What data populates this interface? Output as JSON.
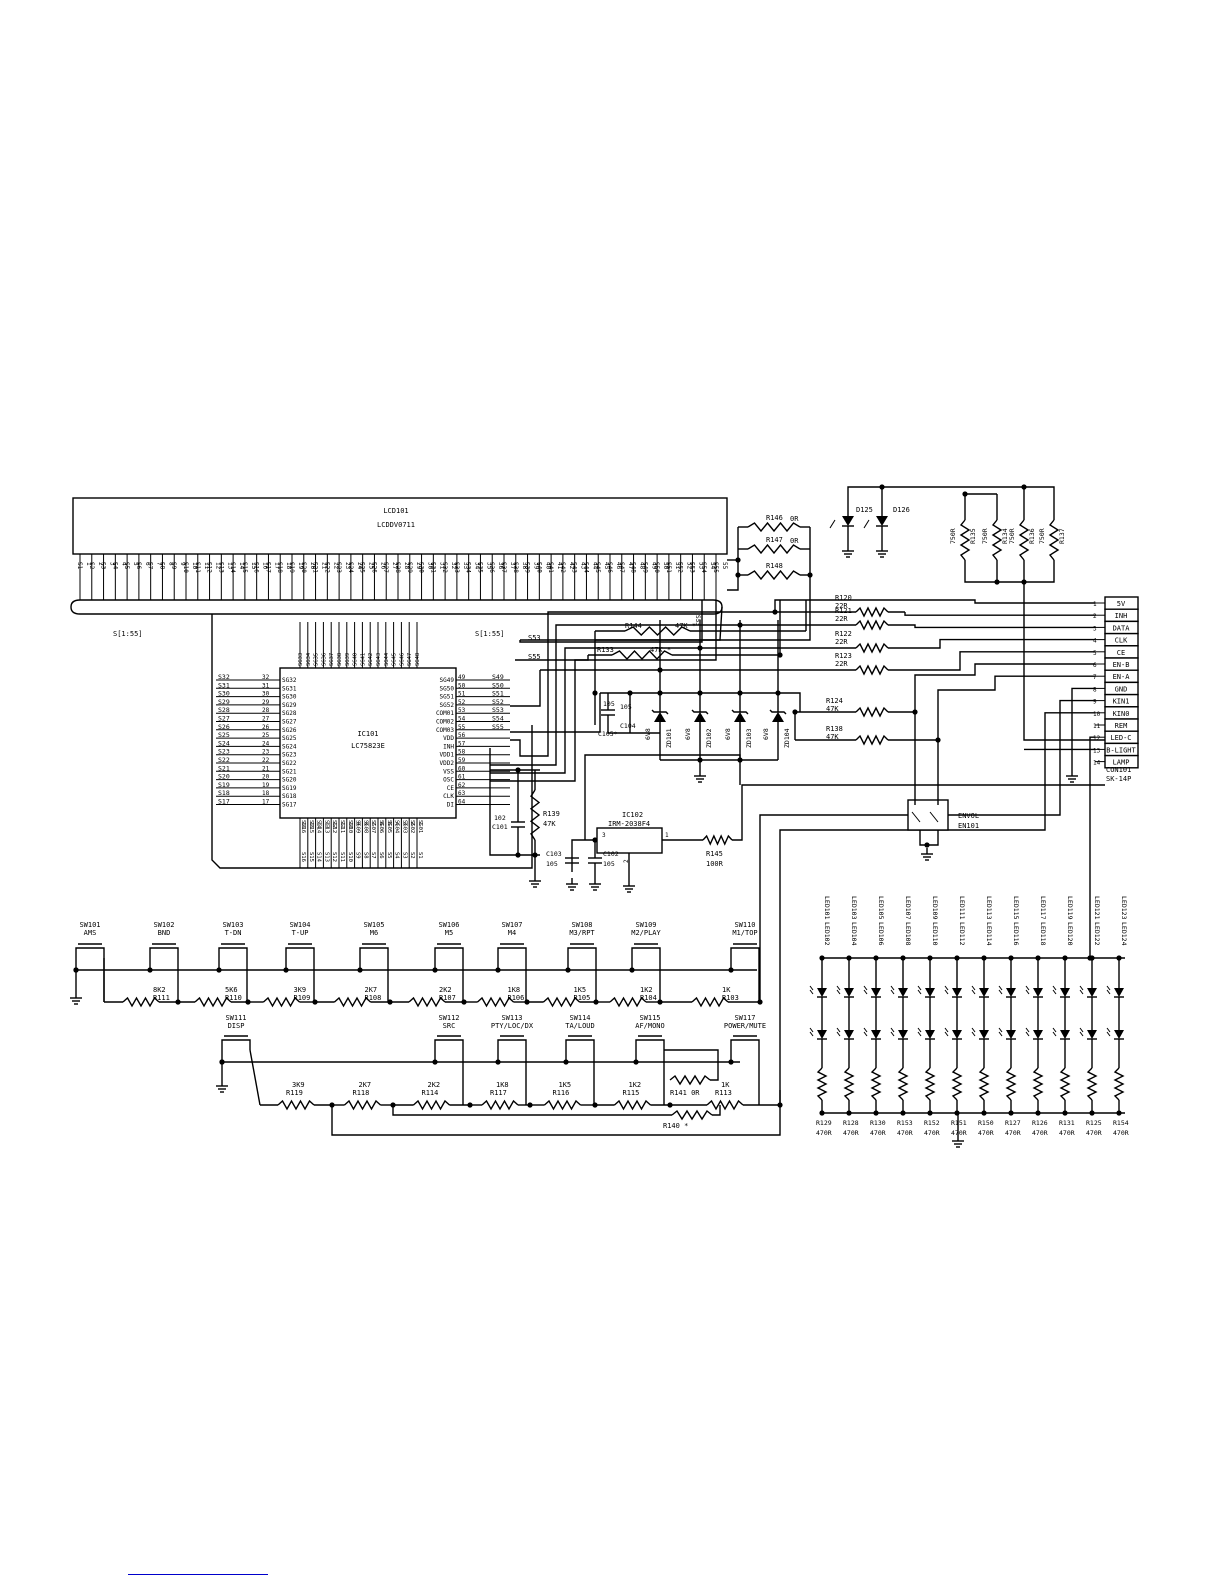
{
  "lcd": {
    "ref": "LCD101",
    "part": "LCDDV0711"
  },
  "ic101": {
    "ref": "IC101",
    "part": "LC75823E"
  },
  "ic102": {
    "ref": "IC102",
    "part": "IRM-2038F4"
  },
  "bus_labels": {
    "s_main": "S[1:55]",
    "s_right": "S[1:55]",
    "s53": "S53",
    "s55": "S55"
  },
  "connector": {
    "ref": "CON101",
    "part": "SK-14P",
    "pins": [
      "5V",
      "INH",
      "DATA",
      "CLK",
      "CE",
      "EN-B",
      "EN-A",
      "GND",
      "KIN1",
      "KIN0",
      "REM",
      "LED-C",
      "B-LIGHT",
      "LAMP"
    ]
  },
  "encoder": {
    "label": "ENVOL",
    "ref": "EN101"
  },
  "resistors_top": [
    {
      "ref": "R146",
      "value": "0R"
    },
    {
      "ref": "R147",
      "value": "0R"
    },
    {
      "ref": "R148",
      "value": ""
    },
    {
      "ref": "R120",
      "value": "22R"
    },
    {
      "ref": "R121",
      "value": "22R"
    },
    {
      "ref": "R122",
      "value": "22R"
    },
    {
      "ref": "R123",
      "value": "22R"
    },
    {
      "ref": "R124",
      "value": "47K"
    },
    {
      "ref": "R138",
      "value": "47K"
    },
    {
      "ref": "R144",
      "value": "47K *"
    },
    {
      "ref": "R133",
      "value": "47K *"
    },
    {
      "ref": "R139",
      "value": "47K"
    },
    {
      "ref": "R145",
      "value": "100R"
    }
  ],
  "backlight_resistors": [
    {
      "ref": "R135",
      "value": "750R"
    },
    {
      "ref": "R134",
      "value": "750R"
    },
    {
      "ref": "R136",
      "value": "750R"
    },
    {
      "ref": "R137",
      "value": "750R"
    }
  ],
  "diodes_top": [
    "D125",
    "D126"
  ],
  "zeners": [
    {
      "ref": "ZD101",
      "value": "6V8"
    },
    {
      "ref": "ZD102",
      "value": "6V8"
    },
    {
      "ref": "ZD103",
      "value": "6V8"
    },
    {
      "ref": "ZD104",
      "value": "6V8"
    }
  ],
  "capacitors": [
    {
      "ref": "C101",
      "value": "102"
    },
    {
      "ref": "C103",
      "value": "105"
    },
    {
      "ref": "C102",
      "value": "105"
    },
    {
      "ref": "C104",
      "value": "105"
    },
    {
      "ref": "C105",
      "value": "105"
    }
  ],
  "switches_row1": [
    {
      "ref": "SW101",
      "name": "AMS"
    },
    {
      "ref": "SW102",
      "name": "BND"
    },
    {
      "ref": "SW103",
      "name": "T-DN"
    },
    {
      "ref": "SW104",
      "name": "T-UP"
    },
    {
      "ref": "SW105",
      "name": "M6"
    },
    {
      "ref": "SW106",
      "name": "M5"
    },
    {
      "ref": "SW107",
      "name": "M4"
    },
    {
      "ref": "SW108",
      "name": "M3/RPT"
    },
    {
      "ref": "SW109",
      "name": "M2/PLAY"
    },
    {
      "ref": "SW110",
      "name": "M1/TOP"
    }
  ],
  "resistors_row1": [
    {
      "ref": "R111",
      "value": "8K2"
    },
    {
      "ref": "R110",
      "value": "5K6"
    },
    {
      "ref": "R109",
      "value": "3K9"
    },
    {
      "ref": "R108",
      "value": "2K7"
    },
    {
      "ref": "R107",
      "value": "2K2"
    },
    {
      "ref": "R106",
      "value": "1K8"
    },
    {
      "ref": "R105",
      "value": "1K5"
    },
    {
      "ref": "R104",
      "value": "1K2"
    },
    {
      "ref": "R103",
      "value": "1K"
    }
  ],
  "switches_row2": [
    {
      "ref": "SW111",
      "name": "DISP"
    },
    {
      "ref": "SW112",
      "name": "SRC"
    },
    {
      "ref": "SW113",
      "name": "PTY/LOC/DX"
    },
    {
      "ref": "SW114",
      "name": "TA/LOUD"
    },
    {
      "ref": "SW115",
      "name": "AF/MONO"
    },
    {
      "ref": "SW117",
      "name": "POWER/MUTE"
    }
  ],
  "resistors_row2": [
    {
      "ref": "R119",
      "value": "3K9"
    },
    {
      "ref": "R118",
      "value": "2K7"
    },
    {
      "ref": "R114",
      "value": "2K2"
    },
    {
      "ref": "R117",
      "value": "1K8"
    },
    {
      "ref": "R116",
      "value": "1K5"
    },
    {
      "ref": "R115",
      "value": "1K2"
    },
    {
      "ref": "R113",
      "value": "1K"
    }
  ],
  "r141": "R141 0R",
  "r140": "R140 *",
  "leds_top": [
    "LED101",
    "LED103",
    "LED105",
    "LED107",
    "LED109",
    "LED111",
    "LED113",
    "LED115",
    "LED117",
    "LED119",
    "LED121",
    "LED123"
  ],
  "leds_bottom": [
    "LED102",
    "LED104",
    "LED106",
    "LED108",
    "LED110",
    "LED112",
    "LED114",
    "LED116",
    "LED118",
    "LED120",
    "LED122",
    "LED124"
  ],
  "led_resistors": [
    {
      "ref": "R129",
      "value": "470R"
    },
    {
      "ref": "R128",
      "value": "470R"
    },
    {
      "ref": "R130",
      "value": "470R"
    },
    {
      "ref": "R153",
      "value": "470R"
    },
    {
      "ref": "R152",
      "value": "470R"
    },
    {
      "ref": "R151",
      "value": "470R"
    },
    {
      "ref": "R150",
      "value": "470R"
    },
    {
      "ref": "R127",
      "value": "470R"
    },
    {
      "ref": "R126",
      "value": "470R"
    },
    {
      "ref": "R131",
      "value": "470R"
    },
    {
      "ref": "R125",
      "value": "470R"
    },
    {
      "ref": "R154",
      "value": "470R"
    }
  ],
  "ic101_left_pins": [
    {
      "net": "S32",
      "num": "32",
      "pin": "SG32"
    },
    {
      "net": "S31",
      "num": "31",
      "pin": "SG31"
    },
    {
      "net": "S30",
      "num": "30",
      "pin": "SG30"
    },
    {
      "net": "S29",
      "num": "29",
      "pin": "SG29"
    },
    {
      "net": "S28",
      "num": "28",
      "pin": "SG28"
    },
    {
      "net": "S27",
      "num": "27",
      "pin": "SG27"
    },
    {
      "net": "S26",
      "num": "26",
      "pin": "SG26"
    },
    {
      "net": "S25",
      "num": "25",
      "pin": "SG25"
    },
    {
      "net": "S24",
      "num": "24",
      "pin": "SG24"
    },
    {
      "net": "S23",
      "num": "23",
      "pin": "SG23"
    },
    {
      "net": "S22",
      "num": "22",
      "pin": "SG22"
    },
    {
      "net": "S21",
      "num": "21",
      "pin": "SG21"
    },
    {
      "net": "S20",
      "num": "20",
      "pin": "SG20"
    },
    {
      "net": "S19",
      "num": "19",
      "pin": "SG19"
    },
    {
      "net": "S18",
      "num": "18",
      "pin": "SG18"
    },
    {
      "net": "S17",
      "num": "17",
      "pin": "SG17"
    }
  ],
  "ic101_right_pins": [
    {
      "pin": "SG49",
      "num": "49",
      "net": "S49"
    },
    {
      "pin": "SG50",
      "num": "50",
      "net": "S50"
    },
    {
      "pin": "SG51",
      "num": "51",
      "net": "S51"
    },
    {
      "pin": "SG52",
      "num": "52",
      "net": "S52"
    },
    {
      "pin": "COM01",
      "num": "53",
      "net": "S53"
    },
    {
      "pin": "COM02",
      "num": "54",
      "net": "S54"
    },
    {
      "pin": "COM03",
      "num": "55",
      "net": "S55"
    },
    {
      "pin": "VDD",
      "num": "56",
      "net": ""
    },
    {
      "pin": "INH",
      "num": "57",
      "net": ""
    },
    {
      "pin": "VDD1",
      "num": "58",
      "net": ""
    },
    {
      "pin": "VDD2",
      "num": "59",
      "net": ""
    },
    {
      "pin": "VSS",
      "num": "60",
      "net": ""
    },
    {
      "pin": "OSC",
      "num": "61",
      "net": ""
    },
    {
      "pin": "CE",
      "num": "62",
      "net": ""
    },
    {
      "pin": "CLK",
      "num": "63",
      "net": ""
    },
    {
      "pin": "DI",
      "num": "64",
      "net": ""
    }
  ],
  "ic101_top_pins": [
    "SG33",
    "SG34",
    "SG35",
    "SG36",
    "SG37",
    "SG38",
    "SG39",
    "SG40",
    "SG41",
    "SG42",
    "SG43",
    "SG44",
    "SG45",
    "SG46",
    "SG47",
    "SG48"
  ],
  "ic101_bottom_pins": [
    "SG16",
    "SG15",
    "SG14",
    "SG13",
    "SG12",
    "SG11",
    "SG10",
    "SG09",
    "SG08",
    "SG07",
    "SG06",
    "SG05",
    "SG04",
    "SG03",
    "SG02",
    "SG01"
  ],
  "ic102_pins": [
    "3",
    "2",
    "1"
  ]
}
